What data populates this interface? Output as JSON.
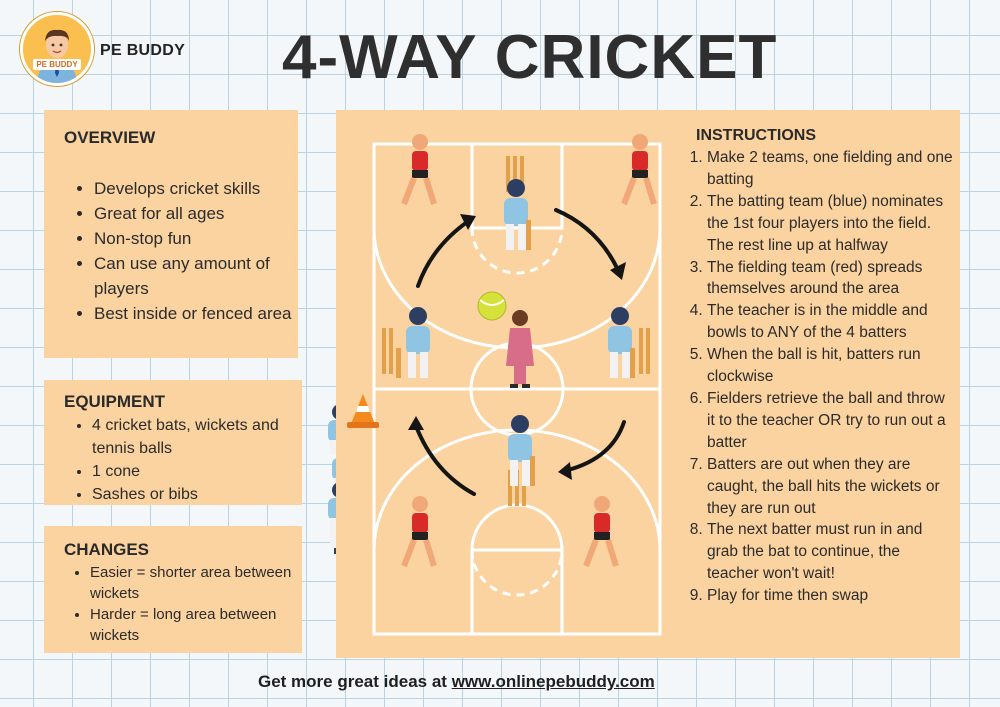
{
  "header": {
    "logo_badge": "PE BUDDY",
    "brand": "PE BUDDY",
    "title": "4-WAY CRICKET"
  },
  "overview": {
    "heading": "OVERVIEW",
    "items": [
      "Develops cricket skills",
      "Great for all ages",
      "Non-stop fun",
      "Can use any amount of players",
      "Best inside or fenced area"
    ]
  },
  "equipment": {
    "heading": "EQUIPMENT",
    "items": [
      "4 cricket bats, wickets and tennis balls",
      "1 cone",
      "Sashes or bibs"
    ]
  },
  "changes": {
    "heading": "CHANGES",
    "items": [
      "Easier = shorter area between wickets",
      "Harder = long area between wickets"
    ]
  },
  "instructions": {
    "heading": "INSTRUCTIONS",
    "steps": [
      "Make 2 teams, one fielding and one batting",
      "The batting team (blue) nominates the 1st four players into the field. The rest line up at halfway",
      "The fielding team (red) spreads themselves around the area",
      "The teacher is in the middle and bowls to ANY of the 4 batters",
      "When the ball is hit, batters run clockwise",
      "Fielders retrieve the ball and throw it to the teacher OR try to run out a batter",
      "Batters are out when they are caught, the ball hits the wickets or they are run out",
      "The next batter must run in and grab the bat to continue, the teacher won't wait!",
      "Play for time then swap"
    ]
  },
  "footer": {
    "prefix": "Get more great ideas at ",
    "url": "www.onlinepebuddy.com"
  },
  "colors": {
    "panel": "#fbd3a0",
    "court": "#f9c48a",
    "batting_team": "#8fc5e2",
    "fielding_team": "#d92a2a",
    "title": "#2f2f2f"
  },
  "icons": [
    "batter-icon",
    "fielder-icon",
    "teacher-icon",
    "ball-icon",
    "wicket-icon",
    "cone-icon",
    "arrow-icon"
  ]
}
